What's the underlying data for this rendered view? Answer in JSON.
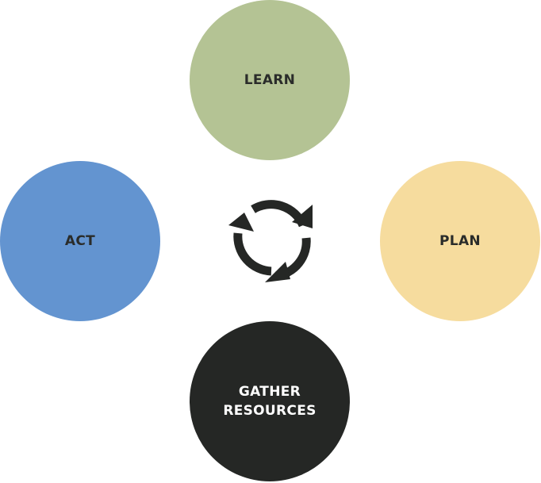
{
  "nodes": [
    {
      "id": "learn",
      "label": "LEARN",
      "color": "#b4c394",
      "text_color": "#2a2c2a"
    },
    {
      "id": "plan",
      "label": "PLAN",
      "color": "#f6dc9e",
      "text_color": "#2a2c2a"
    },
    {
      "id": "act",
      "label": "ACT",
      "color": "#6394d0",
      "text_color": "#2a2c2a"
    },
    {
      "id": "gather",
      "label": "GATHER\nRESOURCES",
      "color": "#252725",
      "text_color": "#ffffff"
    }
  ],
  "center_icon": {
    "name": "cycle-arrows-icon",
    "color": "#252725"
  }
}
